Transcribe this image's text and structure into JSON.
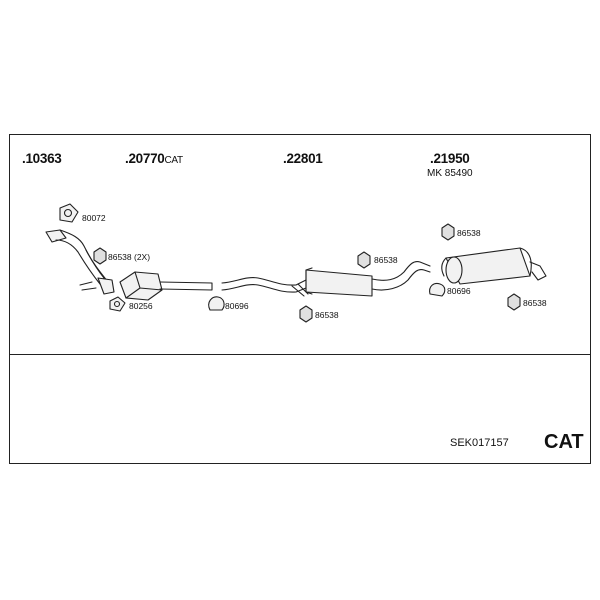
{
  "part_numbers": {
    "p10363": ".10363",
    "p20770": ".20770",
    "p20770_suffix": "CAT",
    "p22801": ".22801",
    "p21950": ".21950",
    "p21950_sub": "MK 85490"
  },
  "labels": {
    "l80072": "80072",
    "l86538_2x": "86538 (2X)",
    "l80256": "80256",
    "l80696_a": "80696",
    "l86538_mid_top": "86538",
    "l86538_mid_bottom": "86538",
    "l86538_rear_top": "86538",
    "l80696_b": "80696",
    "l86538_rear_bottom": "86538"
  },
  "footer": {
    "code": "SEK017157",
    "type": "CAT"
  },
  "colors": {
    "line": "#222222",
    "part_fill": "#f2f2f2"
  }
}
